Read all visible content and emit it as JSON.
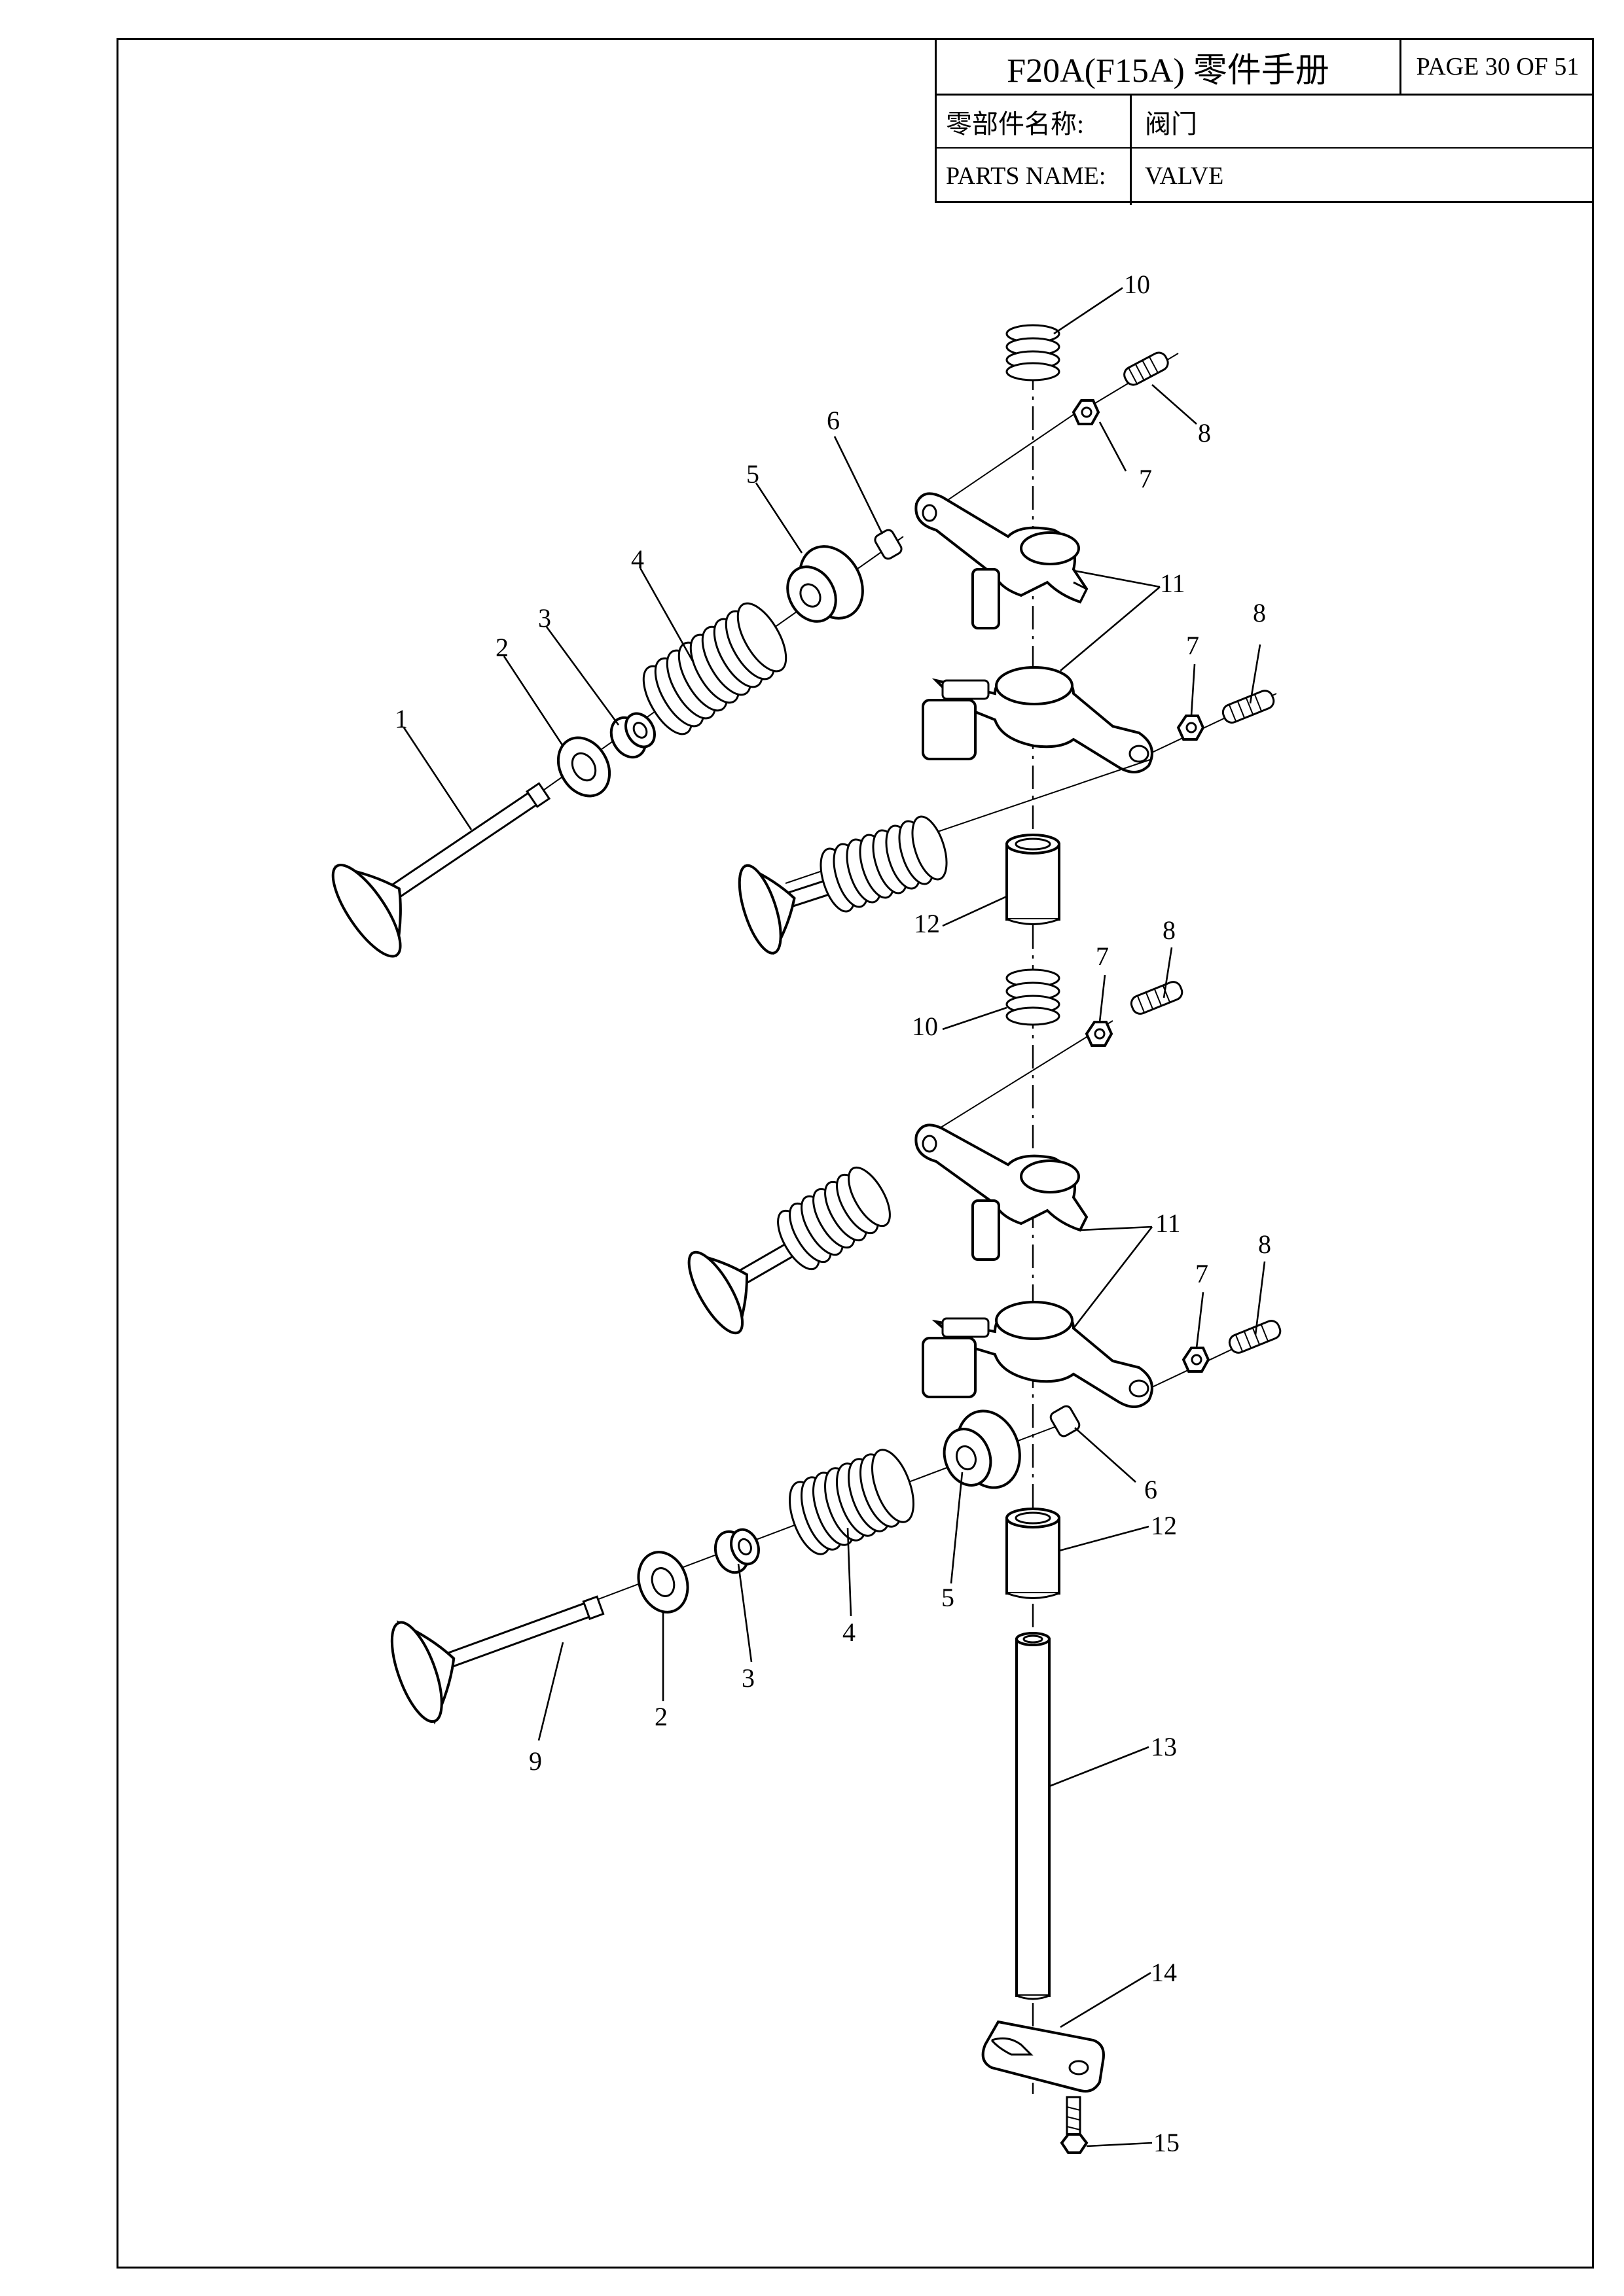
{
  "title_block": {
    "model_title": "F20A(F15A) 零件手册",
    "page_label": "PAGE 30 OF 51",
    "cn_name_label": "零部件名称:",
    "cn_name_value": "阀门",
    "en_name_label": "PARTS NAME:",
    "en_name_value": "VALVE"
  },
  "callouts": {
    "c1": "1",
    "c2a": "2",
    "c3a": "3",
    "c4a": "4",
    "c5a": "5",
    "c6a": "6",
    "c7a": "7",
    "c8a": "8",
    "c7b": "7",
    "c8b": "8",
    "c10a": "10",
    "c11a": "11",
    "c12a": "12",
    "c10b": "10",
    "c7c": "7",
    "c8c": "8",
    "c11b": "11",
    "c7d": "7",
    "c8d": "8",
    "c6b": "6",
    "c12b": "12",
    "c5b": "5",
    "c4b": "4",
    "c3b": "3",
    "c2b": "2",
    "c9": "9",
    "c13": "13",
    "c14": "14",
    "c15": "15"
  }
}
